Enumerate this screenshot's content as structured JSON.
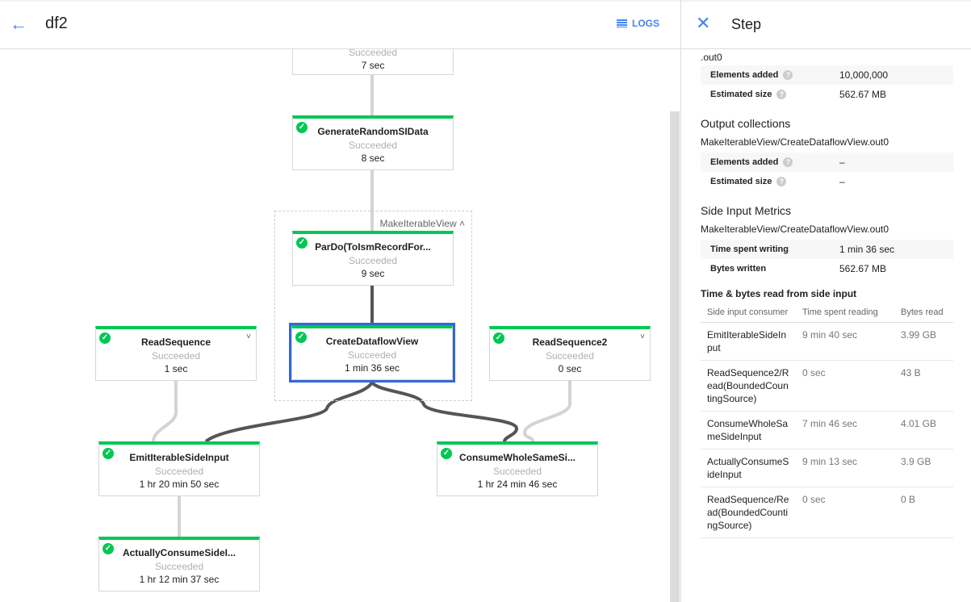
{
  "header": {
    "title": "df2",
    "back_icon": "arrow-left-icon",
    "logs_label": "LOGS",
    "logs_icon": "list-icon"
  },
  "graph": {
    "group_label": "MakeIterableView",
    "top_partial": {
      "status": "Succeeded",
      "duration": "7 sec"
    },
    "nodes": [
      {
        "name": "GenerateRandomSIData",
        "status": "Succeeded",
        "duration": "8 sec"
      },
      {
        "name": "ParDo(ToIsmRecordFor...",
        "status": "Succeeded",
        "duration": "9 sec"
      },
      {
        "name": "CreateDataflowView",
        "status": "Succeeded",
        "duration": "1 min 36 sec"
      },
      {
        "name": "ReadSequence",
        "status": "Succeeded",
        "duration": "1 sec"
      },
      {
        "name": "ReadSequence2",
        "status": "Succeeded",
        "duration": "0 sec"
      },
      {
        "name": "EmitIterableSideInput",
        "status": "Succeeded",
        "duration": "1 hr 20 min 50 sec"
      },
      {
        "name": "ConsumeWholeSameSi...",
        "status": "Succeeded",
        "duration": "1 hr 24 min 46 sec"
      },
      {
        "name": "ActuallyConsumeSideI...",
        "status": "Succeeded",
        "duration": "1 hr 12 min 37 sec"
      }
    ],
    "colors": {
      "success": "#00c853",
      "selected": "#3367d6",
      "accent": "#4285f4"
    }
  },
  "panel": {
    "title": "Step",
    "input_collection_tail": ".out0",
    "input_metrics": [
      {
        "k": "Elements added",
        "v": "10,000,000"
      },
      {
        "k": "Estimated size",
        "v": "562.67 MB"
      }
    ],
    "output_title": "Output collections",
    "output_collection": "MakeIterableView/CreateDataflowView.out0",
    "output_metrics": [
      {
        "k": "Elements added",
        "v": "–"
      },
      {
        "k": "Estimated size",
        "v": "–"
      }
    ],
    "side_title": "Side Input Metrics",
    "side_collection": "MakeIterableView/CreateDataflowView.out0",
    "side_metrics": [
      {
        "k": "Time spent writing",
        "v": "1 min 36 sec"
      },
      {
        "k": "Bytes written",
        "v": "562.67 MB"
      }
    ],
    "read_title": "Time & bytes read from side input",
    "columns": [
      "Side input consumer",
      "Time spent reading",
      "Bytes read"
    ],
    "rows": [
      [
        "EmitIterableSideInput",
        "9 min 40 sec",
        "3.99 GB"
      ],
      [
        "ReadSequence2/Read(BoundedCountingSource)",
        "0 sec",
        "43 B"
      ],
      [
        "ConsumeWholeSameSideInput",
        "7 min 46 sec",
        "4.01 GB"
      ],
      [
        "ActuallyConsumeSideInput",
        "9 min 13 sec",
        "3.9 GB"
      ],
      [
        "ReadSequence/Read(BoundedCountingSource)",
        "0 sec",
        "0 B"
      ]
    ]
  }
}
